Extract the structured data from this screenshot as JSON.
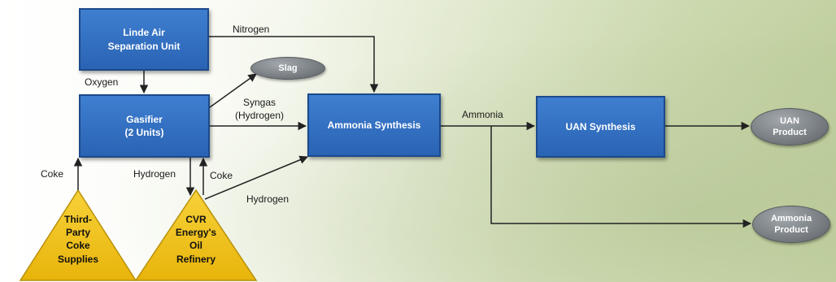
{
  "nodes": {
    "linde": {
      "lines": [
        "Linde Air",
        "Separation Unit"
      ]
    },
    "gasifier": {
      "lines": [
        "Gasifier",
        "(2 Units)"
      ]
    },
    "ammonia_synthesis": {
      "label": "Ammonia Synthesis"
    },
    "uan_synthesis": {
      "label": "UAN Synthesis"
    },
    "slag": {
      "label": "Slag"
    },
    "uan_product": {
      "lines": [
        "UAN",
        "Product"
      ]
    },
    "ammonia_product": {
      "lines": [
        "Ammonia",
        "Product"
      ]
    },
    "third_party": {
      "lines": [
        "Third-",
        "Party",
        "Coke",
        "Supplies"
      ]
    },
    "cvr_refinery": {
      "lines": [
        "CVR",
        "Energy's",
        "Oil",
        "Refinery"
      ]
    }
  },
  "edge_labels": {
    "nitrogen": "Nitrogen",
    "oxygen": "Oxygen",
    "syngas": [
      "Syngas",
      "(Hydrogen)"
    ],
    "ammonia": "Ammonia",
    "coke_left": "Coke",
    "hydrogen_down": "Hydrogen",
    "coke_up": "Coke",
    "hydrogen_refinery": "Hydrogen"
  },
  "colors": {
    "box_fill": "#2f6bbd",
    "ellipse_fill": "#7c8186",
    "triangle_fill": "#f2c014",
    "arrow": "#222222"
  }
}
